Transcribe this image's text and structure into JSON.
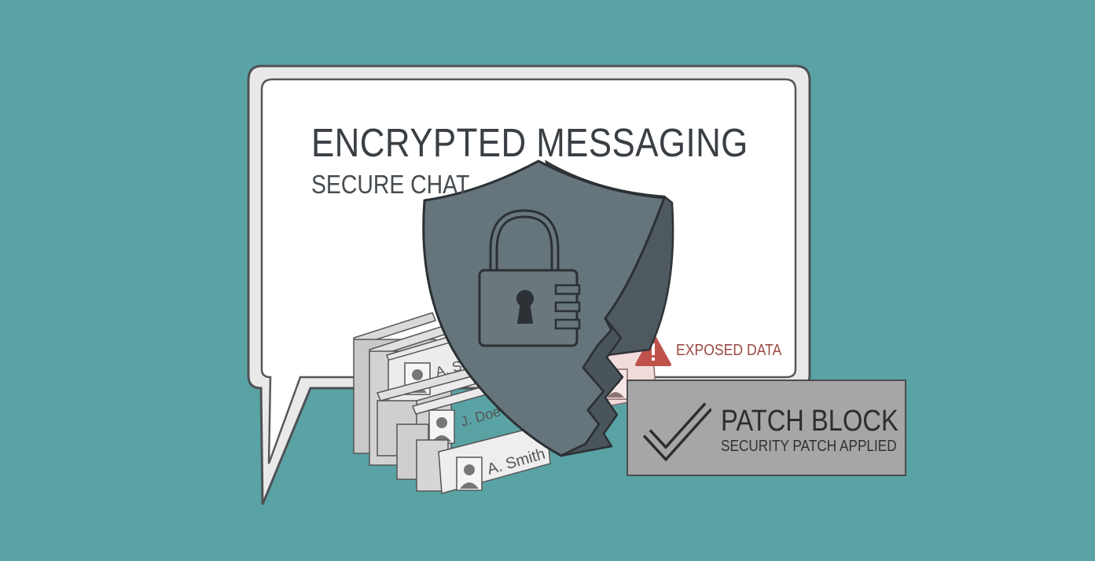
{
  "panel": {
    "title": "ENCRYPTED MESSAGING",
    "subtitle": "SECURE CHAT"
  },
  "contact_cards": [
    {
      "name": "A. S"
    },
    {
      "name": "J. Doe"
    },
    {
      "name": "A. Smith"
    }
  ],
  "warning": {
    "label": "EXPOSED DATA",
    "icon": "warning-triangle-icon"
  },
  "patch": {
    "title": "PATCH BLOCK",
    "subtitle": "SECURITY PATCH APPLIED",
    "icon": "checkmark-icon"
  },
  "colors": {
    "background": "#5aa3a5",
    "shield": "#66747b",
    "panel": "#ffffff",
    "patch_box": "#a6a6a6",
    "warning": "#c0524c"
  }
}
